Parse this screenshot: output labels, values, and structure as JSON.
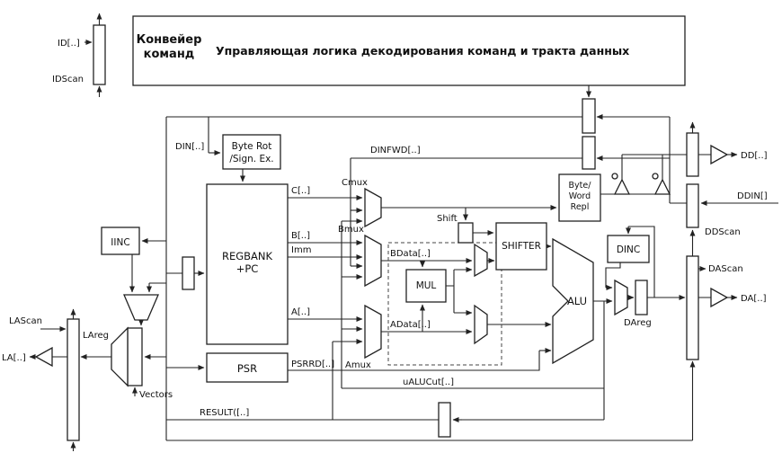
{
  "header": {
    "pipeline_line1": "Конвейер",
    "pipeline_line2": "команд",
    "control_logic": "Управляющая логика декодирования команд и тракта данных"
  },
  "scan": {
    "id": "ID[..]",
    "idscan": "IDScan",
    "lascan": "LAScan",
    "la": "LA[..]",
    "dd": "DD[..]",
    "ddin": "DDIN[]",
    "ddscan": "DDScan",
    "dascan": "DAScan",
    "da": "DA[..]"
  },
  "blocks": {
    "byte_rot_line1": "Byte Rot",
    "byte_rot_line2": "/Sign. Ex.",
    "regbank_line1": "REGBANK",
    "regbank_line2": "+PC",
    "psr": "PSR",
    "iinc": "IINC",
    "mul": "MUL",
    "shift": "Shift",
    "shifter": "SHIFTER",
    "alu": "ALU",
    "dinc": "DINC",
    "byte_word_line1": "Byte/",
    "byte_word_line2": "Word",
    "byte_word_line3": "Repl",
    "cmux": "Cmux",
    "bmux": "Bmux",
    "amux": "Amux",
    "lareg": "LAreg",
    "dareg": "DAreg"
  },
  "signals": {
    "din": "DIN[..]",
    "dinfwd": "DINFWD[..]",
    "c": "C[..]",
    "b": "B[..]",
    "imm": "Imm",
    "a": "A[..]",
    "bdata": "BData[..]",
    "adata": "AData[..]",
    "psrrd": "PSRRD[..]",
    "vectors": "Vectors",
    "ualucut": "uALUCut[..]",
    "result": "RESULT([..]"
  }
}
